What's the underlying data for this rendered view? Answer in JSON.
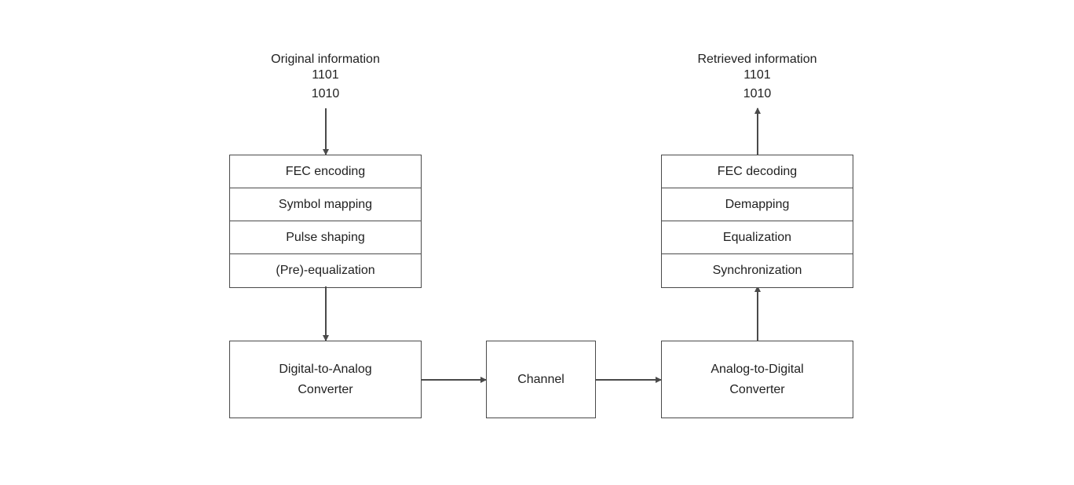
{
  "diagram": {
    "transmitter": {
      "input_label": {
        "title": "Original information",
        "bits": [
          "1101",
          "1010"
        ]
      },
      "stack": [
        "FEC encoding",
        "Symbol mapping",
        "Pulse shaping",
        "(Pre)-equalization"
      ],
      "dac": {
        "line1": "Digital-to-Analog",
        "line2": "Converter"
      }
    },
    "channel": {
      "label": "Channel"
    },
    "receiver": {
      "adc": {
        "line1": "Analog-to-Digital",
        "line2": "Converter"
      },
      "stack": [
        "FEC decoding",
        "Demapping",
        "Equalization",
        "Synchronization"
      ],
      "output_label": {
        "title": "Retrieved information",
        "bits": [
          "1101",
          "1010"
        ]
      }
    },
    "colors": {
      "line": "#4a4a4a",
      "text": "#212121",
      "background": "#ffffff"
    }
  }
}
